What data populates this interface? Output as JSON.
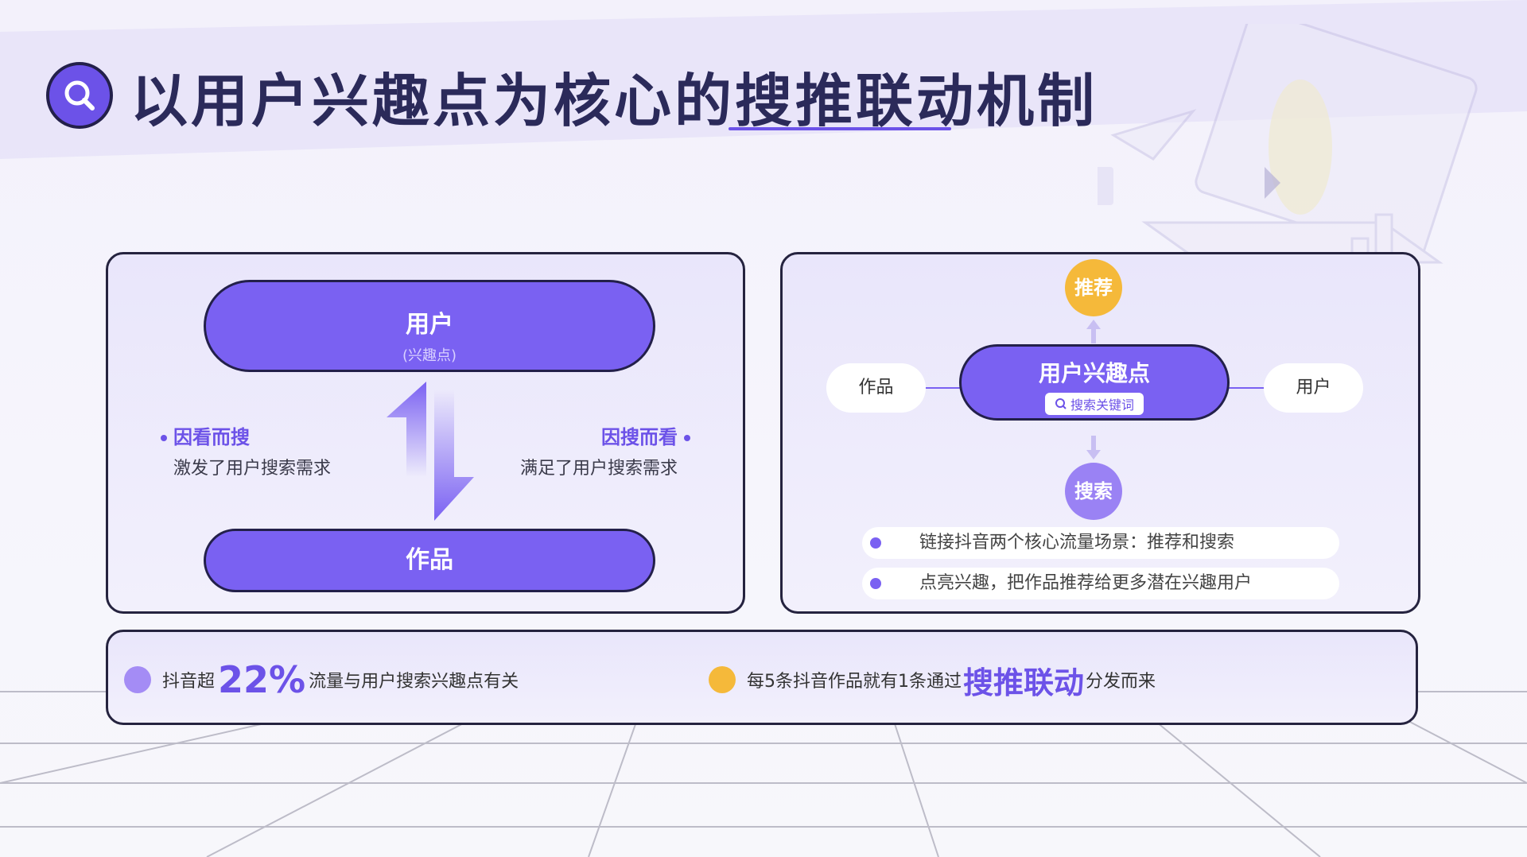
{
  "header": {
    "title": "以用户兴趣点为核心的搜推联动机制",
    "icon": "search-icon"
  },
  "left_panel": {
    "user_label": "用户",
    "user_sub": "(兴趣点)",
    "works_label": "作品",
    "note_left_head": "因看而搜",
    "note_left_body": "激发了用户搜索需求",
    "note_right_head": "因搜而看",
    "note_right_body": "满足了用户搜索需求"
  },
  "right_panel": {
    "recommend_label": "推荐",
    "search_label": "搜索",
    "works_label": "作品",
    "user_label": "用户",
    "center_label": "用户兴趣点",
    "keyword_label": "搜索关键词",
    "bullets": [
      "链接抖音两个核心流量场景：推荐和搜索",
      "点亮兴趣，把作品推荐给更多潜在兴趣用户"
    ]
  },
  "stats": {
    "stat1_prefix": "抖音超",
    "stat1_value": "22%",
    "stat1_suffix": "流量与用户搜索兴趣点有关",
    "stat2_prefix": "每5条抖音作品就有1条通过",
    "stat2_highlight": "搜推联动",
    "stat2_suffix": "分发而来"
  },
  "colors": {
    "accent": "#6c52e8",
    "pill": "#7a61f2",
    "yellow": "#f5b93a",
    "dark": "#23204a"
  }
}
